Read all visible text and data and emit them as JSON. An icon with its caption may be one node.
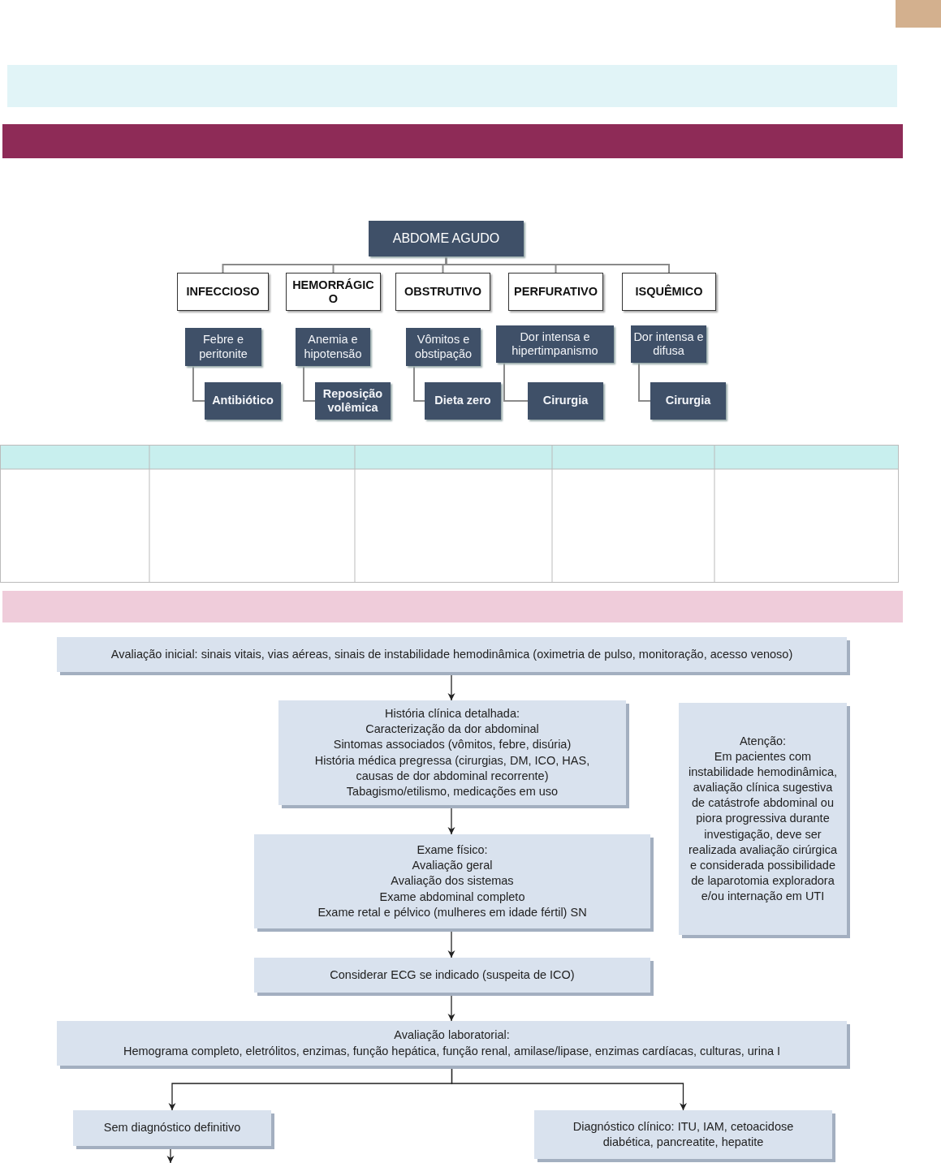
{
  "diagram": {
    "nodes": [
      {
        "text": [
          "ABDOME AGUDO"
        ]
      },
      {
        "text": [
          "INFECCIOSO"
        ]
      },
      {
        "text": [
          "HEMORRÁGICO"
        ]
      },
      {
        "text": [
          "OBSTRUTIVO"
        ]
      },
      {
        "text": [
          "PERFURATIVO"
        ]
      },
      {
        "text": [
          "ISQUÊMICO"
        ]
      },
      {
        "text": [
          "Febre e peritonite"
        ]
      },
      {
        "text": [
          "Antibiótico"
        ]
      },
      {
        "text": [
          "Anemia e hipotensão"
        ]
      },
      {
        "text": [
          "Reposição volêmica"
        ]
      },
      {
        "text": [
          "Vômitos e obstipação"
        ]
      },
      {
        "text": [
          "Dieta zero"
        ]
      },
      {
        "text": [
          "Dor intensa e hipertimpanismo"
        ]
      },
      {
        "text": [
          "Cirurgia"
        ]
      },
      {
        "text": [
          "Dor intensa e difusa"
        ]
      },
      {
        "text": [
          "Cirurgia"
        ]
      },
      {
        "text": [
          "Avaliação inicial: sinais vitais, vias aéreas, sinais de instabilidade hemodinâmica (oximetria de pulso, monitoração, acesso venoso)"
        ]
      },
      {
        "text": [
          "História clínica detalhada:",
          "Caracterização da dor abdominal",
          "Sintomas associados (vômitos, febre, disúria)",
          "História médica pregressa (cirurgias, DM, ICO, HAS, causas de dor abdominal recorrente)",
          "Tabagismo/etilismo, medicações em uso"
        ]
      },
      {
        "text": [
          "Atenção:",
          "Em pacientes com instabilidade hemodinâmica, avaliação clínica sugestiva de catástrofe abdominal ou piora progressiva durante investigação, deve ser realizada avaliação cirúrgica e considerada possibilidade de laparotomia exploradora e/ou internação em UTI"
        ]
      },
      {
        "text": [
          "Exame físico:",
          "Avaliação geral",
          "Avaliação dos sistemas",
          "Exame abdominal completo",
          "Exame retal e pélvico (mulheres em idade fértil) SN"
        ]
      },
      {
        "text": [
          "Considerar ECG se indicado (suspeita de ICO)"
        ]
      },
      {
        "text": [
          "Avaliação laboratorial:",
          "Hemograma completo, eletrólitos, enzimas, função hepática, função renal, amilase/lipase, enzimas cardíacas, culturas, urina I"
        ]
      },
      {
        "text": [
          "Sem diagnóstico definitivo"
        ]
      },
      {
        "text": [
          "Diagnóstico clínico: ITU, IAM, cetoacidose diabética, pancreatite, hepatite"
        ]
      }
    ],
    "edges": [
      {
        "from": 0,
        "to": 1,
        "arrow": "none"
      },
      {
        "from": 0,
        "to": 2,
        "arrow": "none"
      },
      {
        "from": 0,
        "to": 3,
        "arrow": "none"
      },
      {
        "from": 0,
        "to": 4,
        "arrow": "none"
      },
      {
        "from": 0,
        "to": 5,
        "arrow": "none"
      },
      {
        "from": 6,
        "to": 7,
        "arrow": "none"
      },
      {
        "from": 8,
        "to": 9,
        "arrow": "none"
      },
      {
        "from": 10,
        "to": 11,
        "arrow": "none"
      },
      {
        "from": 12,
        "to": 13,
        "arrow": "none"
      },
      {
        "from": 14,
        "to": 15,
        "arrow": "none"
      },
      {
        "from": 16,
        "to": 17,
        "arrow": "to",
        "color": "#222222"
      },
      {
        "from": 17,
        "to": 19,
        "arrow": "to",
        "color": "#222222"
      },
      {
        "from": 19,
        "to": 20,
        "arrow": "to",
        "color": "#222222"
      },
      {
        "from": 20,
        "to": 21,
        "arrow": "to",
        "color": "#222222"
      },
      {
        "from": 21,
        "to": 22,
        "arrow": "to",
        "color": "#222222"
      },
      {
        "from": 21,
        "to": 23,
        "arrow": "to",
        "color": "#222222"
      },
      {
        "from": 22,
        "to": null,
        "arrow": "to",
        "color": "#222222"
      }
    ]
  }
}
